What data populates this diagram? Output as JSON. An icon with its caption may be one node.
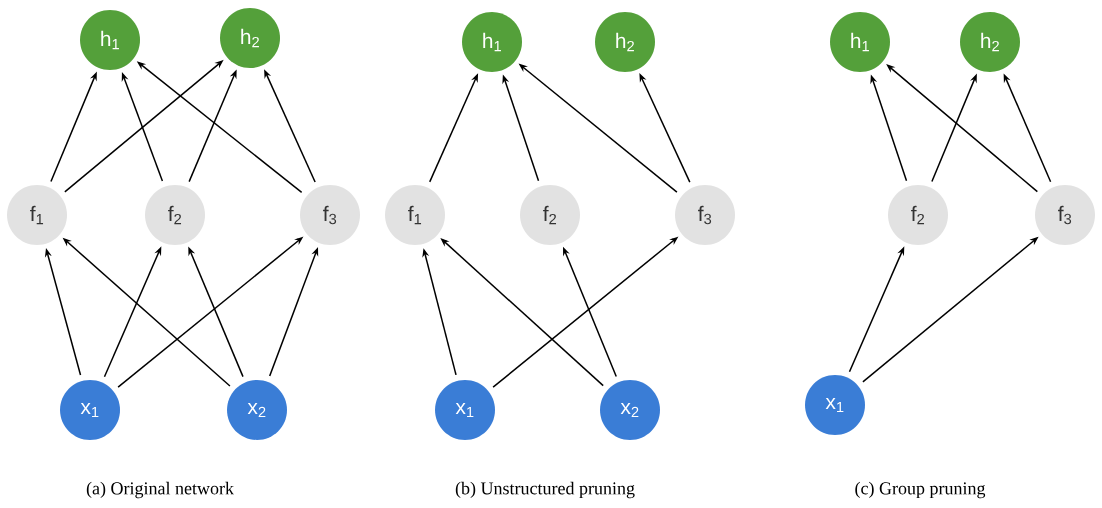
{
  "diagram": {
    "nodes": [
      {
        "text": [
          "h$_{1}$"
        ]
      },
      {
        "text": [
          "h$_{2}$"
        ]
      },
      {
        "text": [
          "f$_{1}$"
        ]
      },
      {
        "text": [
          "f$_{2}$"
        ]
      },
      {
        "text": [
          "f$_{3}$"
        ]
      },
      {
        "text": [
          "x$_{1}$"
        ]
      },
      {
        "text": [
          "x$_{2}$"
        ]
      },
      {
        "text": [
          "h$_{1}$"
        ]
      },
      {
        "text": [
          "h$_{2}$"
        ]
      },
      {
        "text": [
          "f$_{1}$"
        ]
      },
      {
        "text": [
          "f$_{2}$"
        ]
      },
      {
        "text": [
          "f$_{3}$"
        ]
      },
      {
        "text": [
          "x$_{1}$"
        ]
      },
      {
        "text": [
          "x$_{2}$"
        ]
      },
      {
        "text": [
          "h$_{1}$"
        ]
      },
      {
        "text": [
          "h$_{2}$"
        ]
      },
      {
        "text": [
          "f$_{2}$"
        ]
      },
      {
        "text": [
          "f$_{3}$"
        ]
      },
      {
        "text": [
          "x$_{1}$"
        ]
      }
    ],
    "edges": [
      {
        "from": 5,
        "to": 2,
        "arrow": "to"
      },
      {
        "from": 5,
        "to": 3,
        "arrow": "to"
      },
      {
        "from": 5,
        "to": 4,
        "arrow": "to"
      },
      {
        "from": 6,
        "to": 2,
        "arrow": "to"
      },
      {
        "from": 6,
        "to": 3,
        "arrow": "to"
      },
      {
        "from": 6,
        "to": 4,
        "arrow": "to"
      },
      {
        "from": 2,
        "to": 0,
        "arrow": "to"
      },
      {
        "from": 2,
        "to": 1,
        "arrow": "to"
      },
      {
        "from": 3,
        "to": 0,
        "arrow": "to"
      },
      {
        "from": 3,
        "to": 1,
        "arrow": "to"
      },
      {
        "from": 4,
        "to": 0,
        "arrow": "to"
      },
      {
        "from": 4,
        "to": 1,
        "arrow": "to"
      },
      {
        "from": 12,
        "to": 9,
        "arrow": "to"
      },
      {
        "from": 12,
        "to": 11,
        "arrow": "to"
      },
      {
        "from": 13,
        "to": 9,
        "arrow": "to"
      },
      {
        "from": 13,
        "to": 10,
        "arrow": "to"
      },
      {
        "from": 9,
        "to": 7,
        "arrow": "to"
      },
      {
        "from": 10,
        "to": 7,
        "arrow": "to"
      },
      {
        "from": 11,
        "to": 7,
        "arrow": "to"
      },
      {
        "from": 11,
        "to": 8,
        "arrow": "to"
      },
      {
        "from": 18,
        "to": 16,
        "arrow": "to"
      },
      {
        "from": 18,
        "to": 17,
        "arrow": "to"
      },
      {
        "from": 16,
        "to": 14,
        "arrow": "to"
      },
      {
        "from": 16,
        "to": 15,
        "arrow": "to"
      },
      {
        "from": 17,
        "to": 14,
        "arrow": "to"
      },
      {
        "from": 17,
        "to": 15,
        "arrow": "to"
      }
    ],
    "labels": [
      "(a) Original network",
      "(b) Unstructured pruning",
      "(c) Group pruning"
    ]
  }
}
